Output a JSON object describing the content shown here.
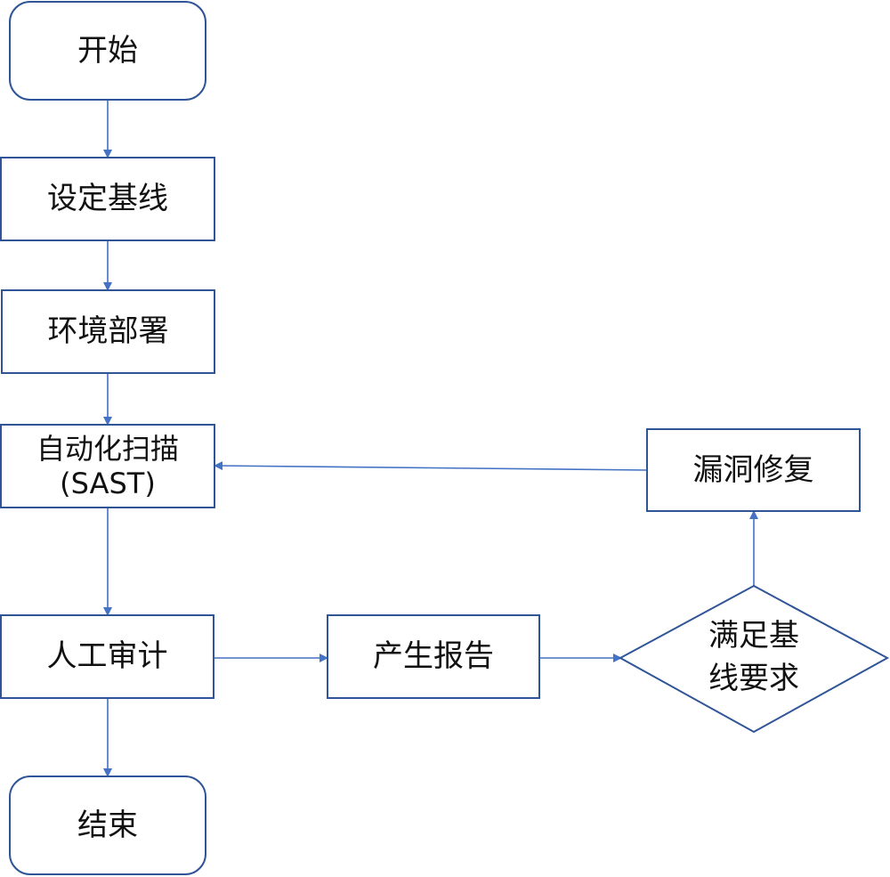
{
  "colors": {
    "border": "#2f5597",
    "connector": "#4472c4",
    "text": "#111111"
  },
  "nodes": {
    "start": {
      "label": "开始"
    },
    "set_baseline": {
      "label": "设定基线"
    },
    "env_deploy": {
      "label": "环境部署"
    },
    "auto_scan": {
      "line1": "自动化扫描",
      "line2": "(SAST)"
    },
    "manual_audit": {
      "label": "人工审计"
    },
    "generate_report": {
      "label": "产生报告"
    },
    "meets_baseline": {
      "line1": "满足基",
      "line2": "线要求"
    },
    "fix_vulns": {
      "label": "漏洞修复"
    },
    "end": {
      "label": "结束"
    }
  }
}
